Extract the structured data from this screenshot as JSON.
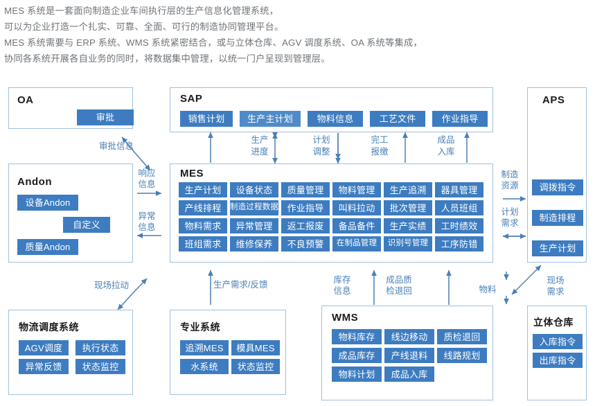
{
  "intro": {
    "lines": [
      "MES 系统是一套面向制造企业车间执行层的生产信息化管理系统，",
      "可以为企业打造一个扎实、可靠、全面、可行的制造协同管理平台。",
      "MES 系统需要与 ERP 系统、WMS 系统紧密结合，或与立体仓库、AGV 调度系统、OA 系统等集成，",
      "协同各系统开展各自业务的同时，将数据集中管理，以统一门户呈现到管理层。"
    ]
  },
  "colors": {
    "chip_fill": "#3d7cc0",
    "chip_fill_light": "#4f8bc9",
    "box_border": "#9fc0dd",
    "arrow": "#4a7fb5",
    "intro_text": "#6f7479"
  },
  "boxes": {
    "oa": {
      "title": "OA",
      "items": [
        "审批"
      ]
    },
    "sap": {
      "title": "SAP",
      "items": [
        "销售计划",
        "生产主计划",
        "物料信息",
        "工艺文件",
        "作业指导"
      ]
    },
    "aps": {
      "title": "APS",
      "items": [
        "调拨指令",
        "制造排程",
        "生产计划"
      ]
    },
    "andon": {
      "title": "Andon",
      "items": [
        "设备Andon",
        "自定义",
        "质量Andon"
      ]
    },
    "mes": {
      "title": "MES",
      "items": [
        "生产计划",
        "设备状态",
        "质量管理",
        "物料管理",
        "生产追溯",
        "器具管理",
        "产线排程",
        "制造过程数据",
        "作业指导",
        "叫料拉动",
        "批次管理",
        "人员班组",
        "物料需求",
        "异常管理",
        "返工报废",
        "备品备件",
        "生产实绩",
        "工时绩效",
        "班组需求",
        "维修保养",
        "不良预警",
        "在制品管理",
        "识别号管理",
        "工序防错"
      ]
    },
    "logistics": {
      "title": "物流调度系统",
      "items": [
        "AGV调度",
        "执行状态",
        "异常反馈",
        "状态监控"
      ]
    },
    "professional": {
      "title": "专业系统",
      "items": [
        "追溯MES",
        "模具MES",
        "水系统",
        "状态监控"
      ]
    },
    "wms": {
      "title": "WMS",
      "items": [
        "物料库存",
        "线边移动",
        "质检退回",
        "成品库存",
        "产线退料",
        "线路规划",
        "物料计划",
        "成品入库"
      ]
    },
    "warehouse": {
      "title": "立体仓库",
      "items": [
        "入库指令",
        "出库指令"
      ]
    }
  },
  "flows": {
    "approval_info": "审批信息",
    "response_info_l1": "响应",
    "response_info_l2": "信息",
    "abnormal_info_l1": "异常",
    "abnormal_info_l2": "信息",
    "prod_progress_l1": "生产",
    "prod_progress_l2": "进度",
    "plan_adjust_l1": "计划",
    "plan_adjust_l2": "调整",
    "finish_report_l1": "完工",
    "finish_report_l2": "报缴",
    "goods_in_l1": "成品",
    "goods_in_l2": "入库",
    "mfg_resource_l1": "制造",
    "mfg_resource_l2": "资源",
    "plan_demand_l1": "计划",
    "plan_demand_l2": "需求",
    "site_pull": "现场拉动",
    "prod_demand_feedback": "生产需求/反馈",
    "stock_info_l1": "库存",
    "stock_info_l2": "信息",
    "qc_return_l1": "成品质",
    "qc_return_l2": "检退回",
    "material": "物料",
    "site_demand_l1": "现场",
    "site_demand_l2": "需求"
  }
}
